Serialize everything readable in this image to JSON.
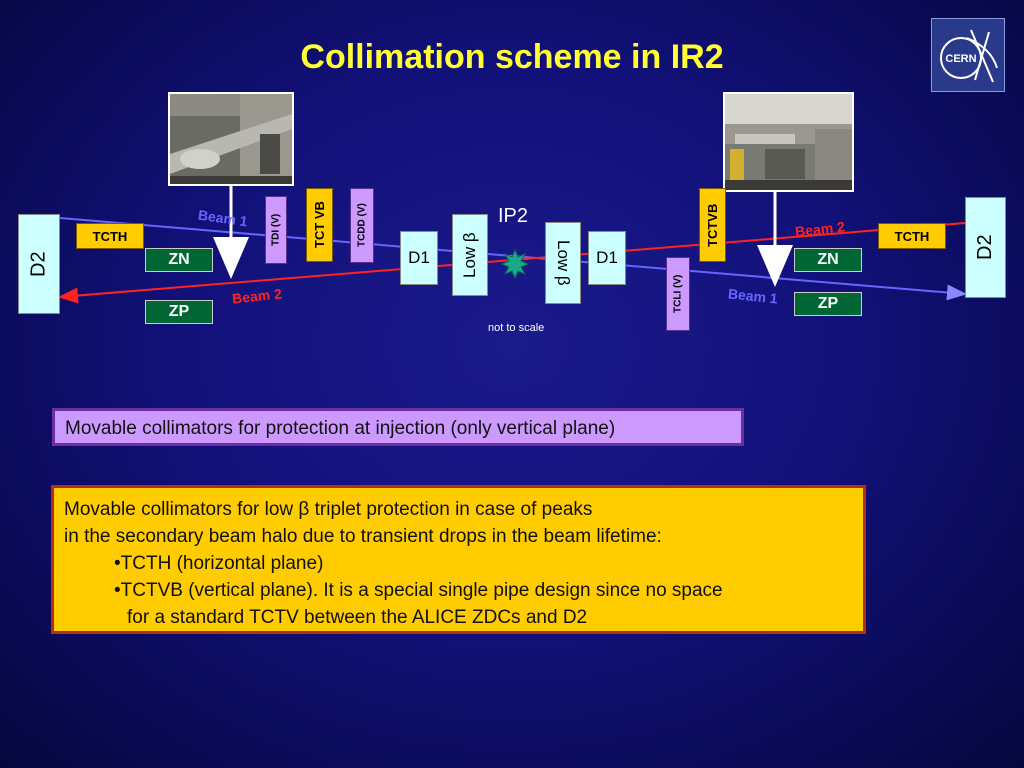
{
  "title": "Collimation scheme in IR2",
  "logo_text": "CERN",
  "labels": {
    "d2_left": "D2",
    "d2_right": "D2",
    "tcth_left": "TCTH",
    "tcth_right": "TCTH",
    "zn_left": "ZN",
    "zp_left": "ZP",
    "zn_right": "ZN",
    "zp_right": "ZP",
    "tdi": "TDI (V)",
    "tct_vb": "TCT VB",
    "tcdd": "TCDD (V)",
    "d1_left": "D1",
    "low_beta_left": "Low β",
    "ip2": "IP2",
    "low_beta_right": "Low β",
    "d1_right": "D1",
    "tctvb_right": "TCTVB",
    "tcli": "TCLI (V)",
    "beam1_left": "Beam 1",
    "beam2_left": "Beam 2",
    "beam2_right": "Beam 2",
    "beam1_right": "Beam 1",
    "not_to_scale": "not to scale"
  },
  "info_box_1": "Movable collimators for protection at injection (only vertical plane)",
  "info_box_2": {
    "line1": "Movable collimators for low β triplet protection in case of peaks",
    "line2": "in the secondary beam halo due to transient drops in the beam lifetime:",
    "bullet1": "•TCTH (horizontal  plane)",
    "bullet2": "•TCTVB (vertical plane). It is a special single pipe design since no space",
    "bullet2_cont": "for a standard TCTV between the ALICE ZDCs and D2"
  },
  "colors": {
    "background": "#12117a",
    "title": "#ffff33",
    "beam1": "#6666ff",
    "beam2": "#ff2222",
    "magnet": "#ccffff",
    "tct": "#ffcc00",
    "zdc": "#006633",
    "injection": "#cc99ff"
  }
}
